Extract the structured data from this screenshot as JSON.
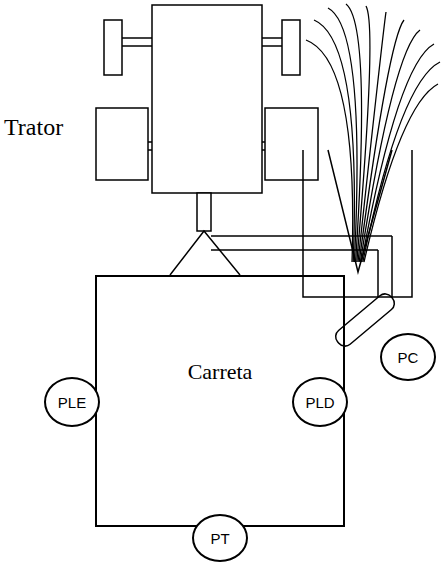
{
  "diagram": {
    "nodes": [
      {
        "text": [
          "Carreta"
        ]
      },
      {
        "text": [
          "PC"
        ]
      },
      {
        "text": [
          "PLE"
        ]
      },
      {
        "text": [
          "PLD"
        ]
      },
      {
        "text": [
          "PT"
        ]
      }
    ],
    "labels": [
      "Trator"
    ]
  }
}
